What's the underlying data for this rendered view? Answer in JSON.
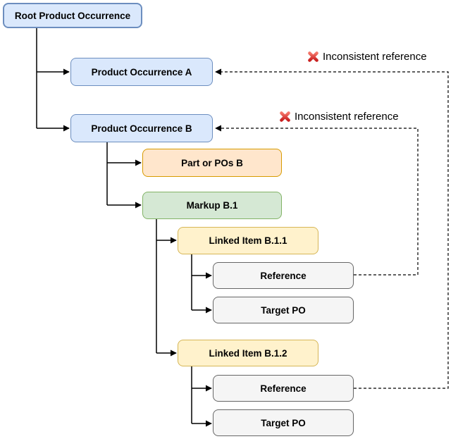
{
  "diagram": {
    "nodes": [
      {
        "id": "root",
        "label": "Root Product Occurrence",
        "fill": "#dae8fc",
        "border": "#6c8ebf"
      },
      {
        "id": "po-a",
        "label": "Product Occurrence A",
        "fill": "#dae8fc",
        "border": "#6c8ebf"
      },
      {
        "id": "po-b",
        "label": "Product Occurrence B",
        "fill": "#dae8fc",
        "border": "#6c8ebf"
      },
      {
        "id": "part-b",
        "label": "Part or POs B",
        "fill": "#ffe6cc",
        "border": "#d79b00"
      },
      {
        "id": "markup-b1",
        "label": "Markup B.1",
        "fill": "#d5e8d4",
        "border": "#82b366"
      },
      {
        "id": "linked-b11",
        "label": "Linked Item B.1.1",
        "fill": "#fff2cc",
        "border": "#d6b656"
      },
      {
        "id": "reference-1",
        "label": "Reference",
        "fill": "#f5f5f5",
        "border": "#666666"
      },
      {
        "id": "target-po-1",
        "label": "Target PO",
        "fill": "#f5f5f5",
        "border": "#666666"
      },
      {
        "id": "linked-b12",
        "label": "Linked Item B.1.2",
        "fill": "#fff2cc",
        "border": "#d6b656"
      },
      {
        "id": "reference-2",
        "label": "Reference",
        "fill": "#f5f5f5",
        "border": "#666666"
      },
      {
        "id": "target-po-2",
        "label": "Target PO",
        "fill": "#f5f5f5",
        "border": "#666666"
      }
    ],
    "annotations": [
      {
        "label": "Inconsistent reference",
        "icon": "red-cross-icon",
        "icon_color": "#cc1f1a"
      },
      {
        "label": "Inconsistent reference",
        "icon": "red-cross-icon",
        "icon_color": "#cc1f1a"
      }
    ],
    "edge_colors": {
      "solid": "#000000",
      "dashed": "#000000"
    }
  }
}
